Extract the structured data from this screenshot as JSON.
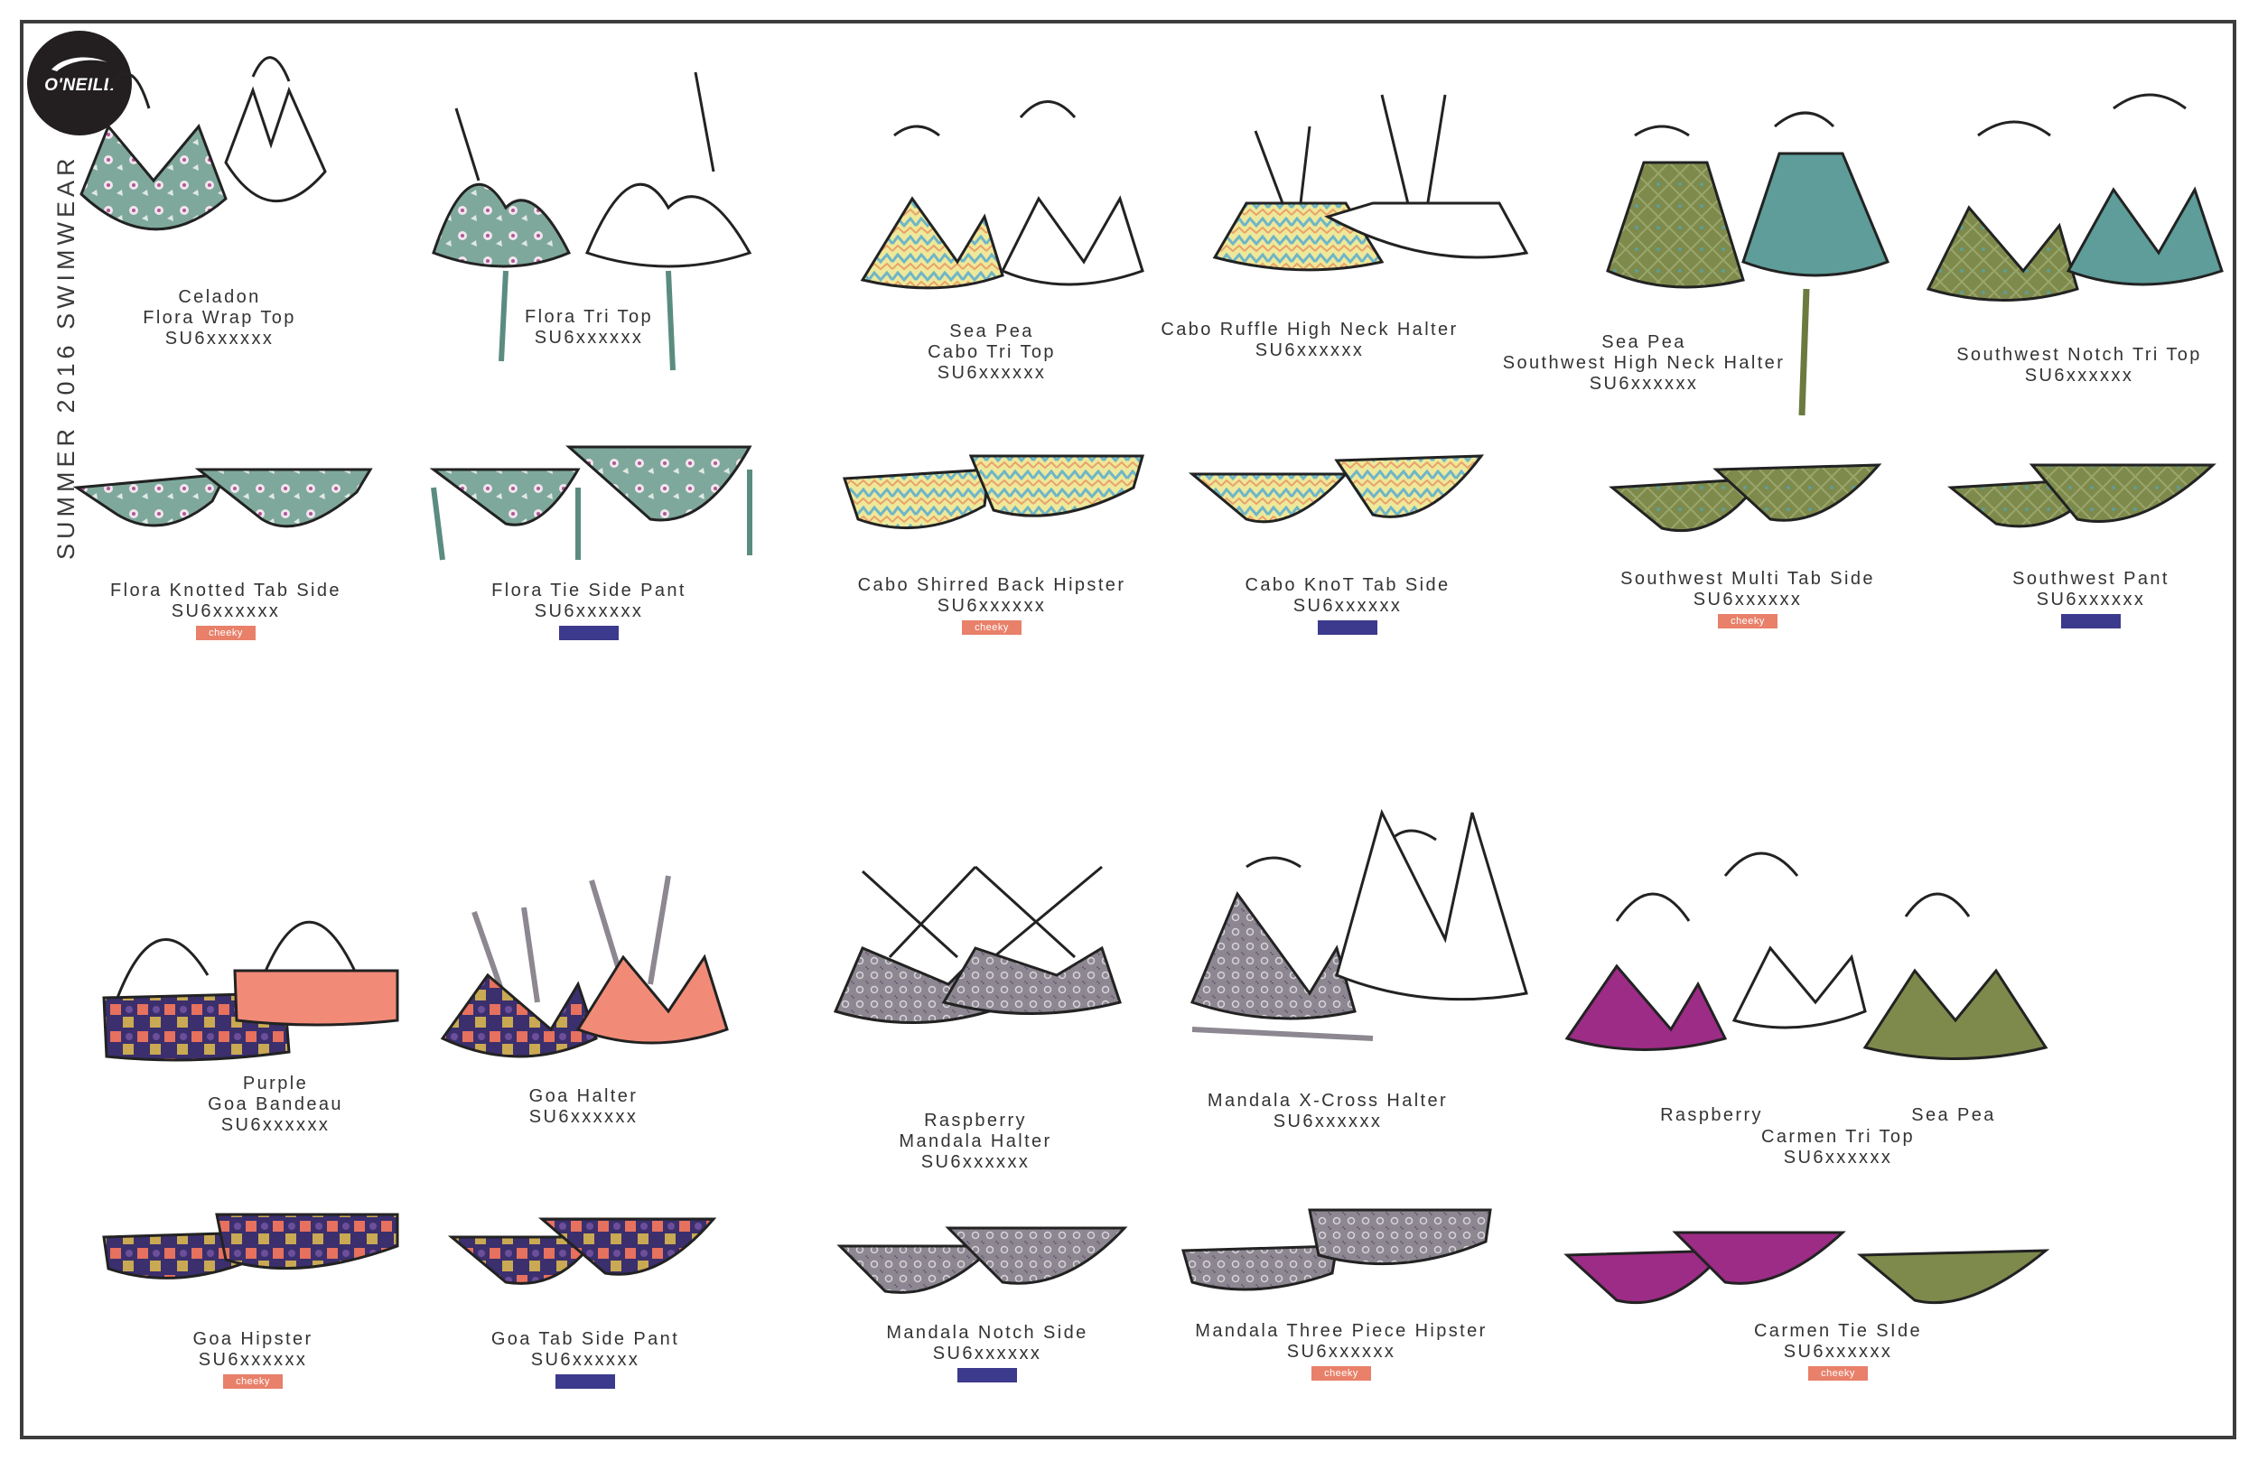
{
  "page": {
    "title": "SUMMER 2016 SWIMWEAR",
    "brand": "O'NEILL",
    "brand_icon": "wave-logo-icon"
  },
  "colors": {
    "sage": "#7fa89c",
    "olive": "#7d8a4c",
    "teal": "#5e9d99",
    "coral": "#f18b78",
    "purple": "#3b2f6d",
    "magenta": "#9c2c86",
    "grey": "#8c8790",
    "yellow": "#efe26a",
    "cheeky": "#e8806a",
    "navy_tag": "#3c3a8c"
  },
  "styles": [
    {
      "id": "celadon-flora-wrap",
      "lines": [
        "Celadon",
        "Flora Wrap Top",
        "SU6xxxxxx"
      ]
    },
    {
      "id": "flora-tri",
      "lines": [
        "Flora Tri Top",
        "SU6xxxxxx"
      ]
    },
    {
      "id": "cabo-tri",
      "lines": [
        "Sea Pea",
        "Cabo Tri Top",
        "SU6xxxxxx"
      ]
    },
    {
      "id": "cabo-ruffle",
      "lines": [
        "Cabo Ruffle High Neck Halter",
        "SU6xxxxxx"
      ]
    },
    {
      "id": "southwest-high-neck",
      "lines": [
        "Sea Pea",
        "Southwest High Neck Halter",
        "SU6xxxxxx"
      ]
    },
    {
      "id": "southwest-notch",
      "lines": [
        "Southwest Notch Tri Top",
        "SU6xxxxxx"
      ]
    },
    {
      "id": "flora-knotted",
      "lines": [
        "Flora Knotted Tab Side",
        "SU6xxxxxx"
      ],
      "tag": "cheeky"
    },
    {
      "id": "flora-tie-side",
      "lines": [
        "Flora Tie Side Pant",
        "SU6xxxxxx"
      ],
      "tag": ""
    },
    {
      "id": "cabo-shirred",
      "lines": [
        "Cabo Shirred Back Hipster",
        "SU6xxxxxx"
      ],
      "tag": "cheeky"
    },
    {
      "id": "cabo-knot",
      "lines": [
        "Cabo KnoT Tab Side",
        "SU6xxxxxx"
      ],
      "tag": ""
    },
    {
      "id": "southwest-multi",
      "lines": [
        "Southwest Multi Tab Side",
        "SU6xxxxxx"
      ],
      "tag": "cheeky"
    },
    {
      "id": "southwest-pant",
      "lines": [
        "Southwest Pant",
        "SU6xxxxxx"
      ],
      "tag": ""
    },
    {
      "id": "goa-bandeau",
      "lines": [
        "Purple",
        "Goa Bandeau",
        "SU6xxxxxx"
      ]
    },
    {
      "id": "goa-halter",
      "lines": [
        "Goa Halter",
        "SU6xxxxxx"
      ]
    },
    {
      "id": "mandala-halter",
      "lines": [
        "Raspberry",
        "Mandala Halter",
        "SU6xxxxxx"
      ]
    },
    {
      "id": "mandala-xcross",
      "lines": [
        "Mandala X-Cross Halter",
        "SU6xxxxxx"
      ]
    },
    {
      "id": "carmen-raspberry",
      "lines": [
        "Raspberry"
      ]
    },
    {
      "id": "carmen-seapea",
      "lines": [
        "Sea Pea"
      ]
    },
    {
      "id": "carmen-tri",
      "lines": [
        "Carmen Tri Top",
        "SU6xxxxxx"
      ]
    },
    {
      "id": "goa-hipster",
      "lines": [
        "Goa Hipster",
        "SU6xxxxxx"
      ],
      "tag": "cheeky"
    },
    {
      "id": "goa-tab-side",
      "lines": [
        "Goa Tab Side Pant",
        "SU6xxxxxx"
      ],
      "tag": ""
    },
    {
      "id": "mandala-notch",
      "lines": [
        "Mandala Notch Side",
        "SU6xxxxxx"
      ],
      "tag": ""
    },
    {
      "id": "mandala-three-piece",
      "lines": [
        "Mandala Three Piece Hipster",
        "SU6xxxxxx"
      ],
      "tag": "cheeky"
    },
    {
      "id": "carmen-tie-side",
      "lines": [
        "Carmen Tie SIde",
        "SU6xxxxxx"
      ],
      "tag": "cheeky"
    }
  ]
}
